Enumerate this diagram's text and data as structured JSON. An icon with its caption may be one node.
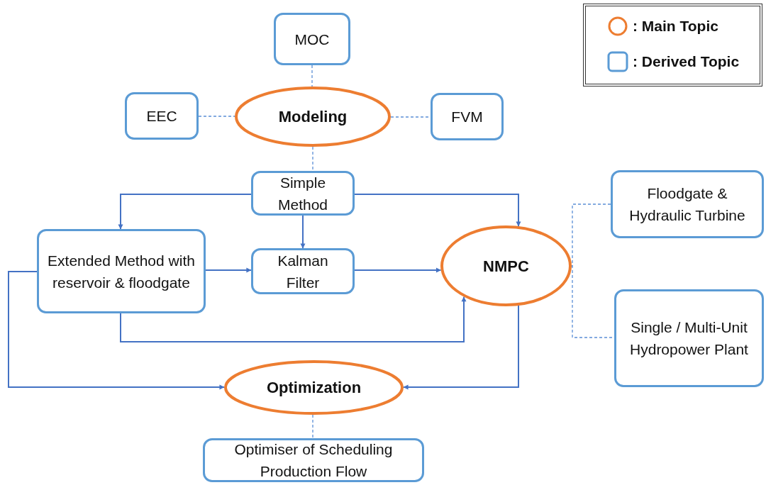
{
  "diagram": {
    "nodes": [
      {
        "text": [
          "MOC"
        ]
      },
      {
        "text": [
          "EEC"
        ]
      },
      {
        "text": [
          "Modeling"
        ]
      },
      {
        "text": [
          "FVM"
        ]
      },
      {
        "text": [
          "Simple Method"
        ]
      },
      {
        "text": [
          "Extended Method with reservoir & floodgate"
        ]
      },
      {
        "text": [
          "Kalman Filter"
        ]
      },
      {
        "text": [
          "NMPC"
        ]
      },
      {
        "text": [
          "Floodgate & Hydraulic Turbine"
        ]
      },
      {
        "text": [
          "Single / Multi-Unit Hydropower Plant"
        ]
      },
      {
        "text": [
          "Optimization"
        ]
      },
      {
        "text": [
          "Optimiser of Scheduling Production Flow"
        ]
      }
    ],
    "edges": [
      {
        "from": 0,
        "to": 2,
        "arrow": "none",
        "style": "dashed"
      },
      {
        "from": 1,
        "to": 2,
        "arrow": "none",
        "style": "dashed"
      },
      {
        "from": 2,
        "to": 3,
        "arrow": "none",
        "style": "dashed"
      },
      {
        "from": 2,
        "to": 4,
        "arrow": "none",
        "style": "dashed"
      },
      {
        "from": 4,
        "to": 5,
        "arrow": "to"
      },
      {
        "from": 4,
        "to": 6,
        "arrow": "to"
      },
      {
        "from": 4,
        "to": 7,
        "arrow": "to"
      },
      {
        "from": 5,
        "to": 6,
        "arrow": "to"
      },
      {
        "from": 6,
        "to": 7,
        "arrow": "to"
      },
      {
        "from": 5,
        "to": 7,
        "arrow": "to"
      },
      {
        "from": 5,
        "to": 10,
        "arrow": "to"
      },
      {
        "from": 7,
        "to": 10,
        "arrow": "to"
      },
      {
        "from": 8,
        "to": 7,
        "arrow": "none",
        "style": "dashed"
      },
      {
        "from": 7,
        "to": 9,
        "arrow": "none",
        "style": "dashed"
      },
      {
        "from": 10,
        "to": 11,
        "arrow": "none",
        "style": "dashed"
      }
    ],
    "legend": [
      {
        "text": ": Main Topic"
      },
      {
        "text": ": Derived Topic"
      }
    ]
  }
}
